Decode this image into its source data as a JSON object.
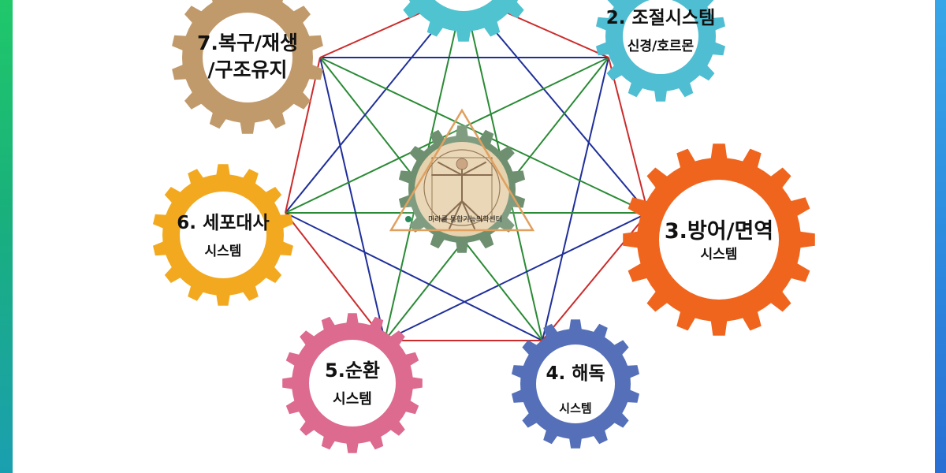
{
  "colors": {
    "edge_red": "#cc2b2b",
    "edge_blue": "#1f2f9a",
    "edge_green": "#2a8a35",
    "center_gear": "#6f9070",
    "center_triangle": "#e0a060"
  },
  "center": {
    "label": "미라클 통합기능의학센터",
    "image": "vitruvian-man"
  },
  "gears": [
    {
      "id": "gear-1",
      "color": "#4fc3cf",
      "title": "",
      "sub": ""
    },
    {
      "id": "gear-2",
      "color": "#4fbdd2",
      "title": "2. 조절시스템",
      "sub": "신경/호르몬"
    },
    {
      "id": "gear-3",
      "color": "#f0651e",
      "title": "3.방어/면역",
      "sub": "시스템"
    },
    {
      "id": "gear-4",
      "color": "#5570b8",
      "title": "4. 해독",
      "sub": "시스템"
    },
    {
      "id": "gear-5",
      "color": "#dd6a8f",
      "title": "5.순환",
      "sub": "시스템"
    },
    {
      "id": "gear-6",
      "color": "#f3a91f",
      "title": "6. 세포대사",
      "sub": "시스템"
    },
    {
      "id": "gear-7",
      "color": "#c19a6c",
      "title": "7.복구/재생",
      "sub": "/구조유지"
    }
  ]
}
